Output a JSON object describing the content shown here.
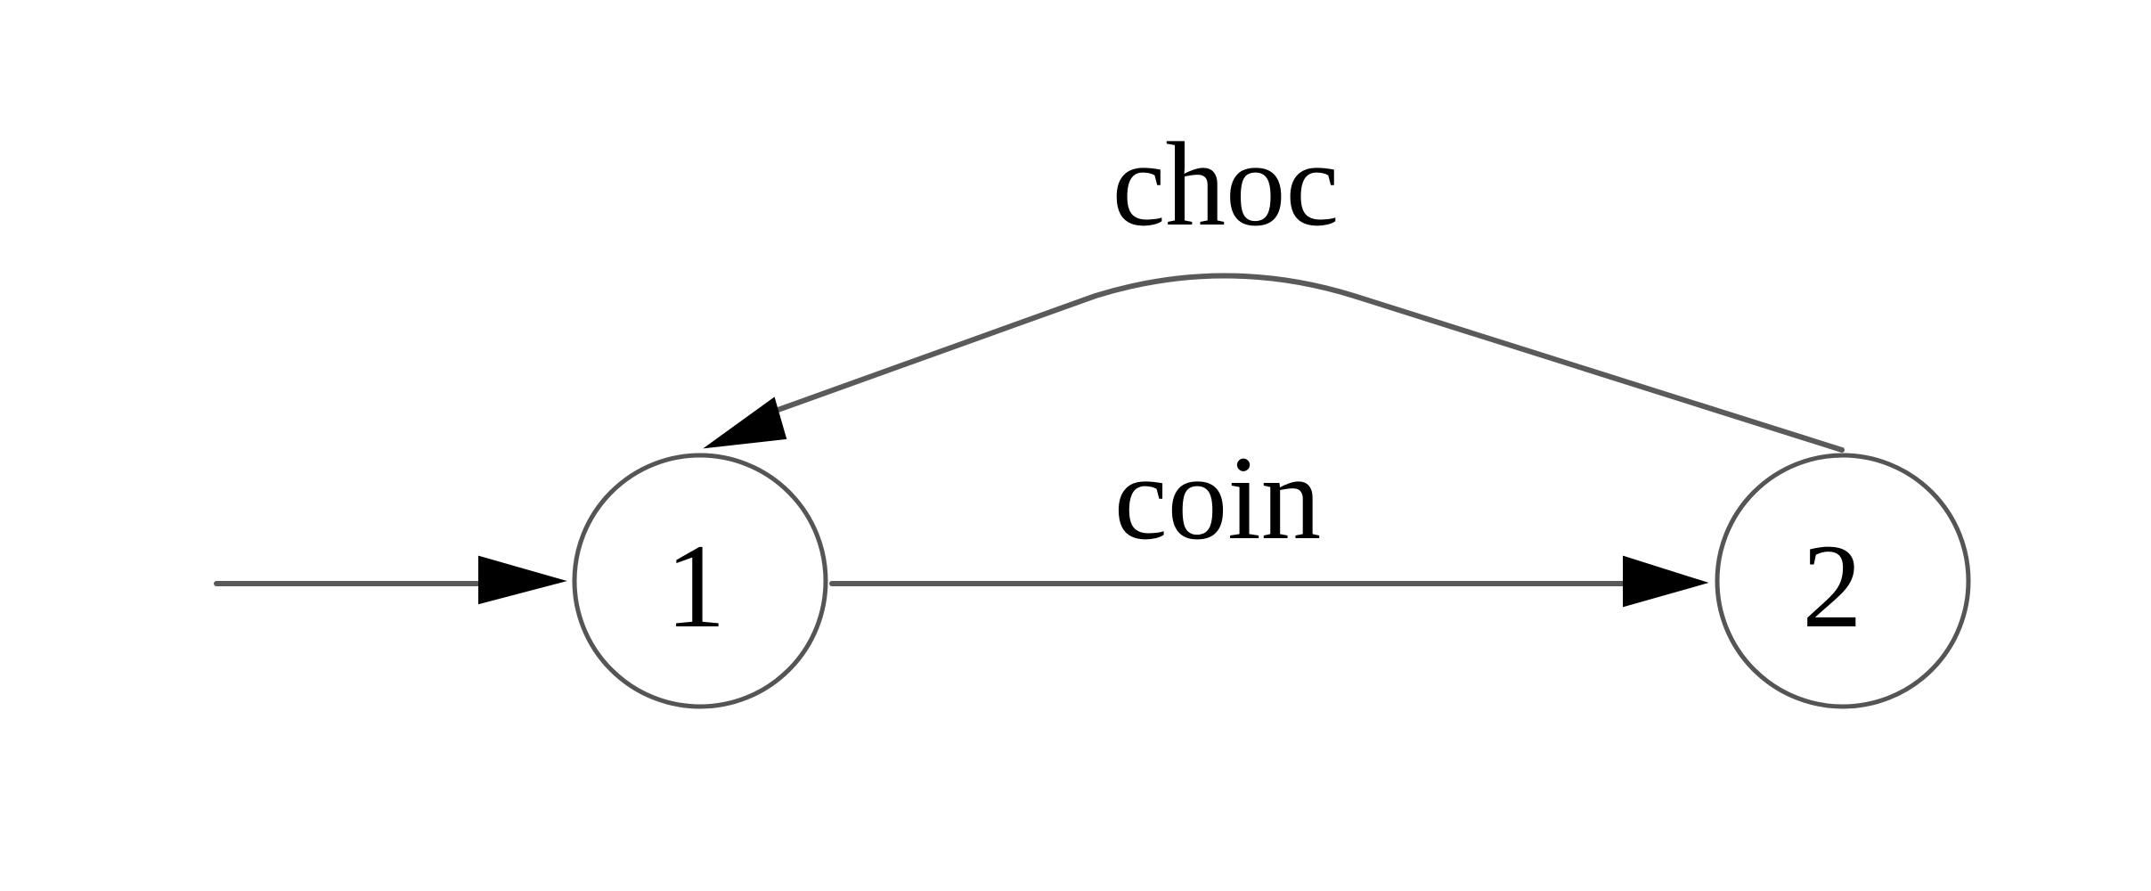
{
  "states": [
    {
      "id": "1",
      "label": "1",
      "initial": true
    },
    {
      "id": "2",
      "label": "2",
      "initial": false
    }
  ],
  "transitions": [
    {
      "from": "1",
      "to": "2",
      "label": "coin"
    },
    {
      "from": "2",
      "to": "1",
      "label": "choc"
    }
  ],
  "colors": {
    "edge": "#5a5a5a",
    "arrowhead": "#000000",
    "node_stroke": "#555555",
    "text": "#000000",
    "background": "#ffffff"
  }
}
